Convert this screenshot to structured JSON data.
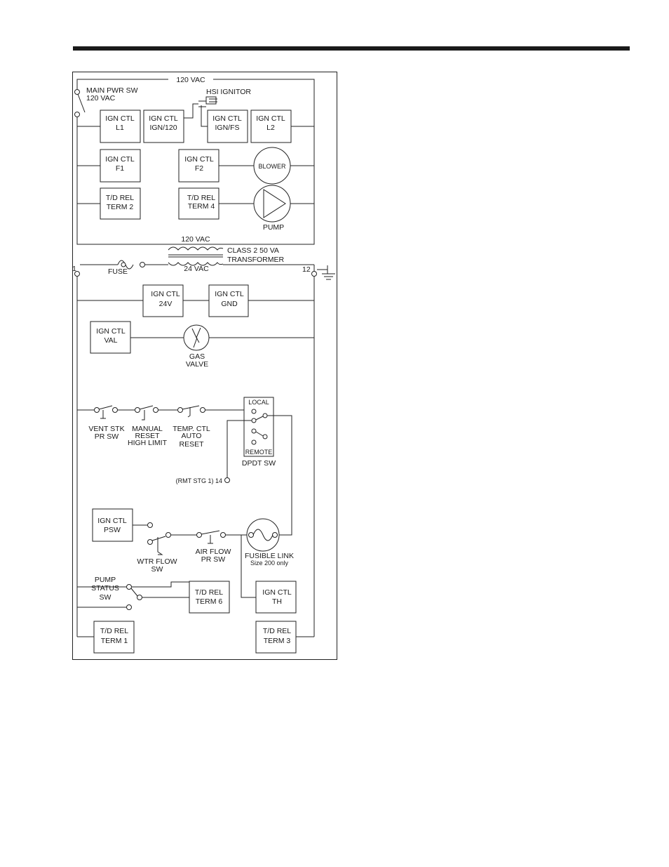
{
  "colors": {
    "line": "#222222",
    "text": "#1a1a1a",
    "background": "#ffffff"
  },
  "high_voltage": {
    "supply_label": "120 VAC",
    "main_switch": [
      "MAIN PWR SW",
      "120 VAC"
    ],
    "ignitor_label": "HSI IGNITOR",
    "boxes": {
      "l1": [
        "IGN CTL",
        "L1"
      ],
      "ign120": [
        "IGN CTL",
        "IGN/120"
      ],
      "ignfs": [
        "IGN CTL",
        "IGN/FS"
      ],
      "l2": [
        "IGN CTL",
        "L2"
      ],
      "f1": [
        "IGN CTL",
        "F1"
      ],
      "f2": [
        "IGN CTL",
        "F2"
      ],
      "term2": [
        "T/D REL",
        "TERM 2"
      ],
      "term4": [
        "T/D REL",
        "TERM 4"
      ]
    },
    "blower_label": "BLOWER",
    "pump_label": "PUMP"
  },
  "transformer": {
    "primary": "120 VAC",
    "secondary": "24 VAC",
    "rating": [
      "CLASS 2  50 VA",
      "TRANSFORMER"
    ]
  },
  "low_voltage": {
    "terminal_left": "1",
    "terminal_right": "12",
    "fuse": "FUSE",
    "boxes": {
      "v24": [
        "IGN CTL",
        "24V"
      ],
      "gnd": [
        "IGN CTL",
        "GND"
      ],
      "val": [
        "IGN CTL",
        "VAL"
      ],
      "psw": [
        "IGN CTL",
        "PSW"
      ],
      "th": [
        "IGN CTL",
        "TH"
      ],
      "term6": [
        "T/D REL",
        "TERM 6"
      ],
      "term1": [
        "T/D REL",
        "TERM 1"
      ],
      "term3": [
        "T/D REL",
        "TERM 3"
      ]
    },
    "gas_valve": [
      "GAS",
      "VALVE"
    ],
    "vent_switch": [
      "VENT STK",
      "PR SW"
    ],
    "manual_reset": [
      "MANUAL",
      "RESET",
      "HIGH LIMIT"
    ],
    "temp_ctl": [
      "TEMP. CTL",
      "AUTO",
      "RESET"
    ],
    "dpdt": {
      "local": "LOCAL",
      "remote": "REMOTE",
      "name": "DPDT SW"
    },
    "remote_terminal": "(RMT STG 1) 14",
    "wtr_flow": [
      "WTR FLOW",
      "SW"
    ],
    "air_flow": [
      "AIR FLOW",
      "PR SW"
    ],
    "fusible_link": [
      "FUSIBLE LINK",
      "Size 200 only"
    ],
    "pump_status": [
      "PUMP",
      "STATUS",
      "SW"
    ]
  }
}
